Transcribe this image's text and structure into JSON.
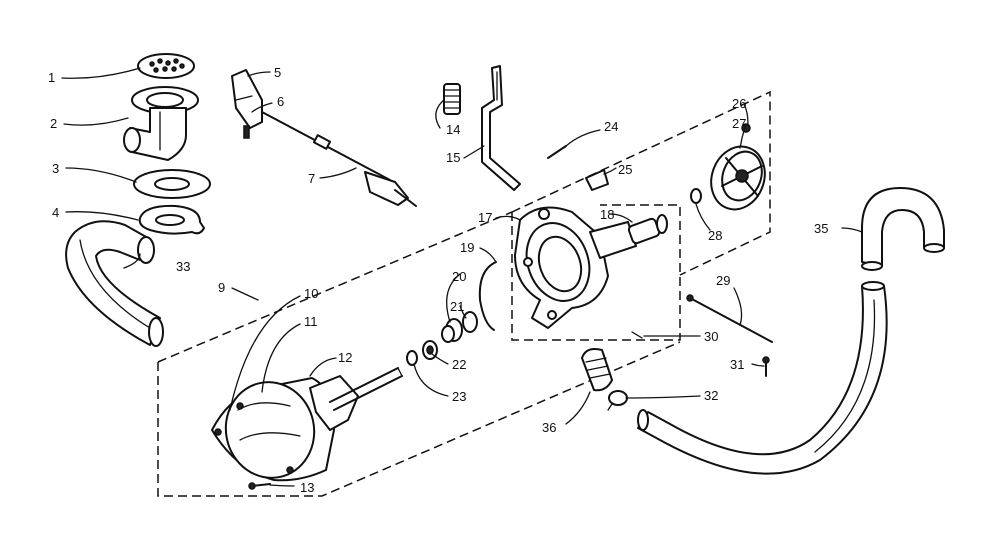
{
  "callouts": [
    {
      "id": "c1",
      "text": "1"
    },
    {
      "id": "c2",
      "text": "2"
    },
    {
      "id": "c3",
      "text": "3"
    },
    {
      "id": "c4",
      "text": "4"
    },
    {
      "id": "c5",
      "text": "5"
    },
    {
      "id": "c6",
      "text": "6"
    },
    {
      "id": "c7",
      "text": "7"
    },
    {
      "id": "c9",
      "text": "9"
    },
    {
      "id": "c10",
      "text": "10"
    },
    {
      "id": "c11",
      "text": "11"
    },
    {
      "id": "c12",
      "text": "12"
    },
    {
      "id": "c13",
      "text": "13"
    },
    {
      "id": "c14",
      "text": "14"
    },
    {
      "id": "c15",
      "text": "15"
    },
    {
      "id": "c17",
      "text": "17"
    },
    {
      "id": "c18",
      "text": "18"
    },
    {
      "id": "c19",
      "text": "19"
    },
    {
      "id": "c20",
      "text": "20"
    },
    {
      "id": "c21",
      "text": "21"
    },
    {
      "id": "c22",
      "text": "22"
    },
    {
      "id": "c23",
      "text": "23"
    },
    {
      "id": "c24",
      "text": "24"
    },
    {
      "id": "c25",
      "text": "25"
    },
    {
      "id": "c26",
      "text": "26"
    },
    {
      "id": "c27",
      "text": "27"
    },
    {
      "id": "c28",
      "text": "28"
    },
    {
      "id": "c29",
      "text": "29"
    },
    {
      "id": "c30",
      "text": "30"
    },
    {
      "id": "c31",
      "text": "31"
    },
    {
      "id": "c32",
      "text": "32"
    },
    {
      "id": "c33",
      "text": "33"
    },
    {
      "id": "c35",
      "text": "35"
    },
    {
      "id": "c36",
      "text": "36"
    }
  ]
}
